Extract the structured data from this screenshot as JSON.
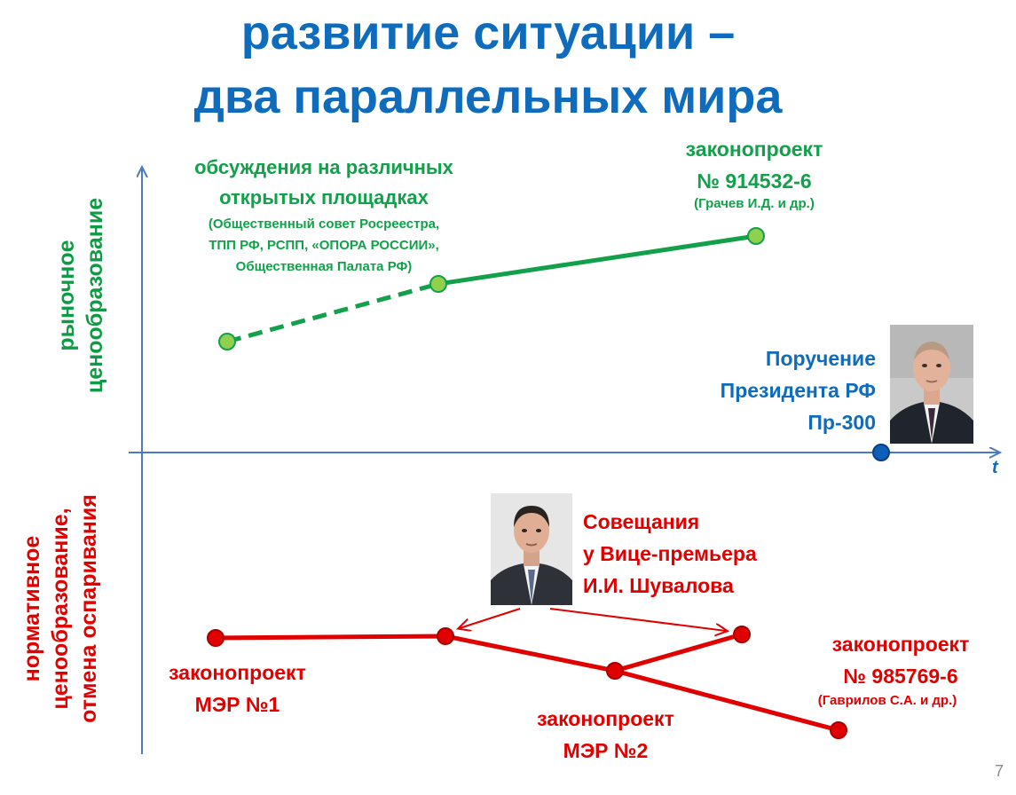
{
  "title": {
    "line1": "развитие ситуации –",
    "line2": "два параллельных мира"
  },
  "axis": {
    "time_label": "t",
    "upper_label_line1": "рыночное",
    "upper_label_line2": "ценообразование",
    "lower_label_line1": "нормативное",
    "lower_label_line2": "ценообразование,",
    "lower_label_line3": "отмена оспаривания"
  },
  "market": {
    "discussions_line1": "обсуждения на различных",
    "discussions_line2": "открытых площадках",
    "discussions_sub1": "(Общественный совет Росреестра,",
    "discussions_sub2": "ТПП РФ, РСПП, «ОПОРА РОССИИ»,",
    "discussions_sub3": "Общественная Палата РФ)",
    "bill_line1": "законопроект",
    "bill_line2": "№ 914532-6",
    "bill_authors": "(Грачев И.Д. и др.)"
  },
  "president": {
    "line1": "Поручение",
    "line2": "Президента РФ",
    "line3": "Пр-300",
    "photo_icon": "president-portrait-photo"
  },
  "normative": {
    "meetings_line1": "Совещания",
    "meetings_line2": "у Вице-премьера",
    "meetings_line3": "И.И. Шувалова",
    "meetings_photo_icon": "vice-premier-portrait-photo",
    "mer1_line1": "законопроект",
    "mer1_line2": "МЭР №1",
    "mer2_line1": "законопроект",
    "mer2_line2": "МЭР №2",
    "bill_line1": "законопроект",
    "bill_line2": "№ 985769-6",
    "bill_authors": "(Гаврилов С.А. и др.)"
  },
  "colors": {
    "title": "#0f6cbd",
    "axis": "#4a7bbf",
    "market": "#12a04a",
    "market_dot": "#8fd14f",
    "normative": "#e00000",
    "president_dot": "#0f5fb8"
  },
  "page_number": "7"
}
